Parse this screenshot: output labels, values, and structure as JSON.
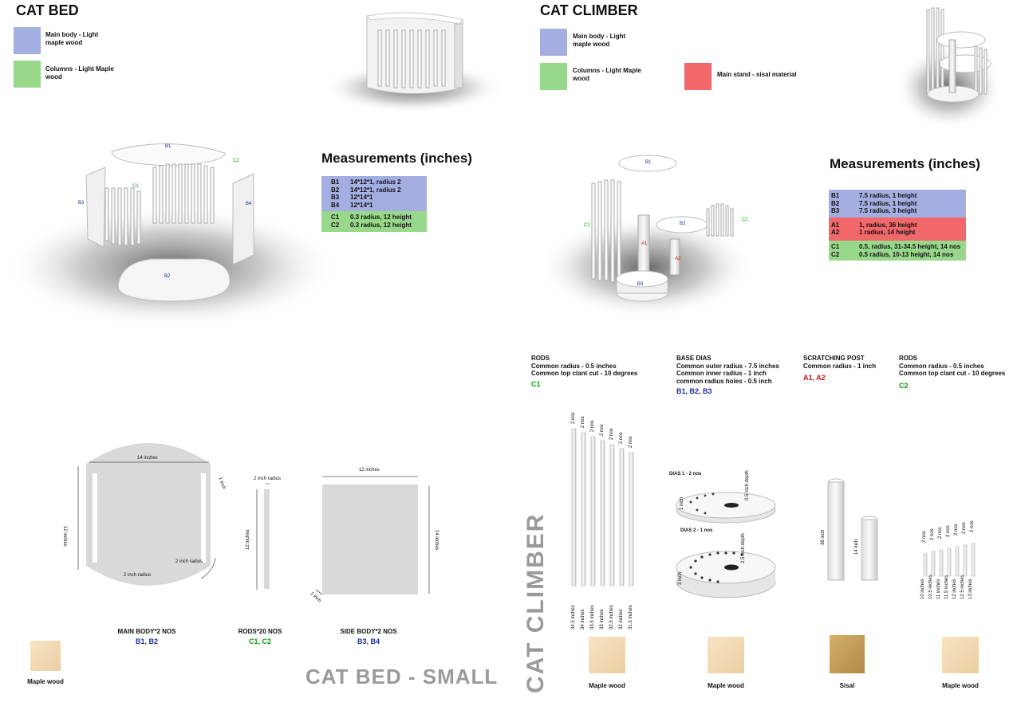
{
  "colors": {
    "blue": "#a5aee0",
    "green": "#98d88a",
    "red": "#f2676a",
    "grey_title": "#9a9a9a",
    "maple": "#f3dcb9",
    "sisal": "#c9a560"
  },
  "cat_bed": {
    "title": "CAT BED",
    "legend": [
      {
        "label": "Main body -  Light maple wood",
        "color": "blue"
      },
      {
        "label": "Columns - Light Maple wood",
        "color": "green"
      }
    ],
    "labels": {
      "B1": "B1",
      "B2": "B2",
      "B3": "B3",
      "B4": "B4",
      "C1": "C1",
      "C2": "C2"
    },
    "measurements_title": "Measurements (inches)",
    "measurements": [
      {
        "key": "B1",
        "value": "14*12*1, radius 2",
        "group": "blue"
      },
      {
        "key": "B2",
        "value": "14*12*1, radius 2",
        "group": "blue"
      },
      {
        "key": "B3",
        "value": "12*14*1",
        "group": "blue"
      },
      {
        "key": "B4",
        "value": "12*14*1",
        "group": "blue"
      },
      {
        "key": "C1",
        "value": "0.3 radius, 12 height",
        "group": "green"
      },
      {
        "key": "C2",
        "value": "0.3 radius, 12 height",
        "group": "green"
      }
    ],
    "drawings": {
      "main_body": {
        "width": "14 inches",
        "height": "12 inches",
        "edge": "1 inch",
        "radius_a": "2 inch radius",
        "radius_b": "2 inch radius"
      },
      "rod": {
        "radius": "2 inch radius",
        "height": "12 inches"
      },
      "side_body": {
        "width": "12 inches",
        "height": "14 inches",
        "depth": "1 inch"
      }
    },
    "captions": [
      {
        "title": "MAIN BODY*2 NOS",
        "tag": "B1, B2",
        "color": "blue"
      },
      {
        "title": "RODS*20 NOS",
        "tag": "C1, C2",
        "color": "green"
      },
      {
        "title": "SIDE BODY*2 NOS",
        "tag": "B3, B4",
        "color": "blue"
      }
    ],
    "swatch_label": "Maple wood",
    "big_title": "CAT BED - SMALL"
  },
  "cat_climber": {
    "title": "CAT CLIMBER",
    "legend": [
      {
        "label": "Main body -  Light maple wood",
        "color": "blue"
      },
      {
        "label": "Columns - Light Maple wood",
        "color": "green"
      },
      {
        "label": "Main stand - sisal material",
        "color": "red"
      }
    ],
    "labels": {
      "B1": "B1",
      "B2": "B2",
      "B3": "B3",
      "A1": "A1",
      "A2": "A2",
      "C1": "C1",
      "C2": "C2"
    },
    "measurements_title": "Measurements (inches)",
    "measurements": [
      {
        "key": "B1",
        "value": "7.5 radius, 1 height",
        "group": "blue"
      },
      {
        "key": "B2",
        "value": "7.5 radius, 1 height",
        "group": "blue"
      },
      {
        "key": "B3",
        "value": "7.5 radius, 3 height",
        "group": "blue"
      },
      {
        "key": "A1",
        "value": "1, radius, 36 height",
        "group": "red"
      },
      {
        "key": "A2",
        "value": "1 radius, 14 height",
        "group": "red"
      },
      {
        "key": "C1",
        "value": "0.5, radius, 31-34.5 height, 14 nos",
        "group": "green"
      },
      {
        "key": "C2",
        "value": "0.5 radius, 10-13 height, 14 nos",
        "group": "green"
      }
    ],
    "specs": [
      {
        "heading": "RODS",
        "lines": [
          "Common radius - 0.5 inches",
          "Common top clant cut - 10 degrees"
        ],
        "tag": "C1",
        "color": "green"
      },
      {
        "heading": "BASE DIAS",
        "lines": [
          "Common outer radius - 7.5 inches",
          "Common inner radius - 1 inch",
          "common radius holes - 0.5 inch"
        ],
        "tag": "B1, B2, B3",
        "color": "blue"
      },
      {
        "heading": "SCRATCHING POST",
        "lines": [
          "Common radius - 1 inch"
        ],
        "tag": "A1, A2",
        "color": "red"
      },
      {
        "heading": "RODS",
        "lines": [
          "Common radius - 0.5 inches",
          "Common top clant cut - 10 degrees"
        ],
        "tag": "C2",
        "color": "green"
      }
    ],
    "long_rods": {
      "counts": [
        "2 nos",
        "2 nos",
        "2 nos",
        "2 nos",
        "2 nos",
        "2 nos",
        "2 nos"
      ],
      "lengths": [
        "34.5 inches",
        "34 inches",
        "33.5 inches",
        "33 inches",
        "32.5 inches",
        "32 inches",
        "31.5 inches"
      ]
    },
    "dias": {
      "d1_label": "DIAS 1 - 2 nos",
      "d1_h": "1 inch",
      "d1_depth": "0.5 inch depth",
      "d2_label": "DIAS 2 - 1 nos",
      "d2_h": "3 inch",
      "d2_depth": "2.5 inch depth"
    },
    "posts": {
      "tall": "36 inch",
      "short": "14 inch"
    },
    "short_rods": {
      "counts": [
        "2 nos",
        "2 nos",
        "2 nos",
        "2 nos",
        "2 nos",
        "2 nos",
        "2 nos"
      ],
      "lengths": [
        "10 inches",
        "10.5 inches",
        "11 inches",
        "11.5 inches",
        "12 inches",
        "12.5 inches",
        "13 inches"
      ]
    },
    "swatches": [
      {
        "label": "Maple wood",
        "kind": "maple"
      },
      {
        "label": "Maple wood",
        "kind": "maple"
      },
      {
        "label": "Sisal",
        "kind": "sisal"
      },
      {
        "label": "Maple wood",
        "kind": "maple"
      }
    ],
    "vertical_title": "CAT CLIMBER"
  }
}
